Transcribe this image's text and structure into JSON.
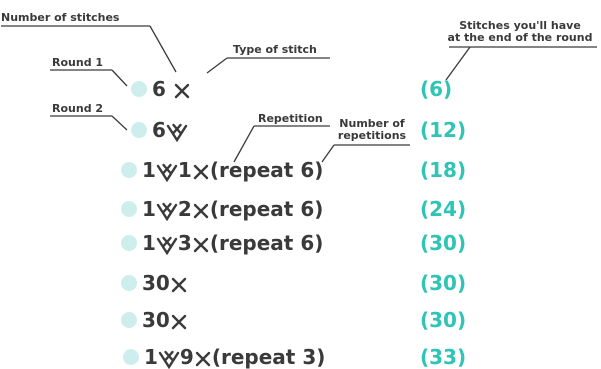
{
  "colors": {
    "accent": "#2ec4b6",
    "dot": "#cdeeed",
    "text": "#3a3a3a",
    "line": "#3a3a3a"
  },
  "annotations": {
    "number_of_stitches": "Number of stitches",
    "type_of_stitch": "Type of stitch",
    "stitches_end_line1": "Stitches you'll have",
    "stitches_end_line2": "at the end of the round",
    "round1": "Round 1",
    "round2": "Round 2",
    "repetition": "Repetition",
    "num_rep_line1": "Number of",
    "num_rep_line2": "repetitions"
  },
  "rows": [
    {
      "n1": "6",
      "g1": "x",
      "n2": "",
      "g2": "",
      "suffix": "",
      "count": "(6)"
    },
    {
      "n1": "6",
      "g1": "inc",
      "n2": "",
      "g2": "",
      "suffix": "",
      "count": "(12)"
    },
    {
      "n1": "1",
      "g1": "inc",
      "n2": "1",
      "g2": "x",
      "suffix": "(repeat 6)",
      "count": "(18)"
    },
    {
      "n1": "1",
      "g1": "inc",
      "n2": "2",
      "g2": "x",
      "suffix": "(repeat 6)",
      "count": "(24)"
    },
    {
      "n1": "1",
      "g1": "inc",
      "n2": "3",
      "g2": "x",
      "suffix": "(repeat 6)",
      "count": "(30)"
    },
    {
      "n1": "30",
      "g1": "x",
      "n2": "",
      "g2": "",
      "suffix": "",
      "count": "(30)"
    },
    {
      "n1": "30",
      "g1": "x",
      "n2": "",
      "g2": "",
      "suffix": "",
      "count": "(30)"
    },
    {
      "n1": "1",
      "g1": "inc",
      "n2": "9",
      "g2": "x",
      "suffix": "(repeat 3)",
      "count": "(33)"
    }
  ]
}
